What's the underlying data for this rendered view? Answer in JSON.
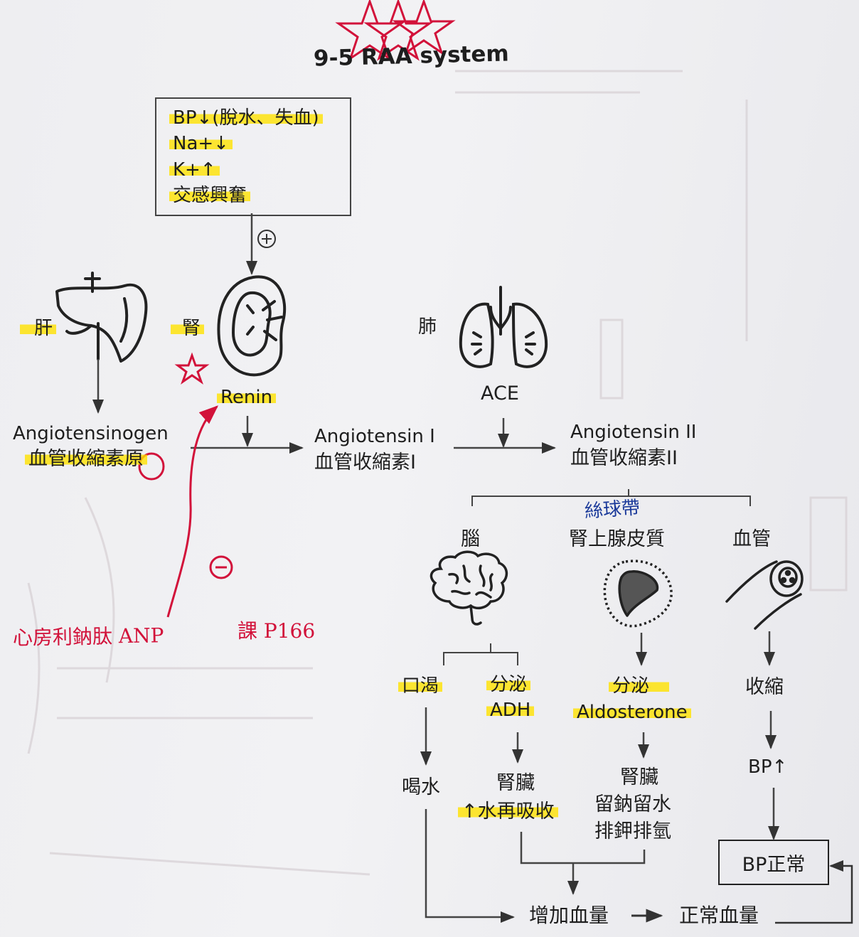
{
  "title": "9-5 RAA system",
  "stimuli": [
    "BP↓(脫水、失血)",
    "Na+↓",
    "K+↑",
    "交感興奮"
  ],
  "stimulus_sign": "⊕",
  "organs": {
    "liver": "肝",
    "kidney": "腎",
    "lung": "肺"
  },
  "enzymes": {
    "renin": "Renin",
    "ace": "ACE"
  },
  "molecules": {
    "angiotensinogen_en": "Angiotensinogen",
    "angiotensinogen_zh": "血管收縮素原",
    "angiotensin1_en": "Angiotensin I",
    "angiotensin1_zh": "血管收縮素I",
    "angiotensin2_en": "Angiotensin II",
    "angiotensin2_zh": "血管收縮素II"
  },
  "targets": {
    "brain": "腦",
    "adrenal": "腎上腺皮質",
    "vessel": "血管"
  },
  "handwritten": {
    "zona": "絲球帶",
    "inhibit_sign": "⊖",
    "anp": "心房利鈉肽 ANP",
    "ref": "課 P166"
  },
  "brain_effects": {
    "thirst": "口渴",
    "drink": "喝水",
    "secrete": "分泌",
    "adh": "ADH",
    "kidney": "腎臟",
    "reabsorb": "↑水再吸收"
  },
  "adrenal_effects": {
    "secrete": "分泌",
    "aldosterone": "Aldosterone",
    "kidney": "腎臟",
    "line1": "留鈉留水",
    "line2": "排鉀排氫"
  },
  "vessel_effects": {
    "constrict": "收縮",
    "bp_up": "BP↑",
    "bp_normal": "BP正常"
  },
  "outcomes": {
    "increase": "增加血量",
    "normal": "正常血量"
  },
  "colors": {
    "highlight": "#ffe200",
    "ink_red": "#d2123a",
    "ink_blue": "#1b3a9a",
    "ink": "#222222"
  }
}
